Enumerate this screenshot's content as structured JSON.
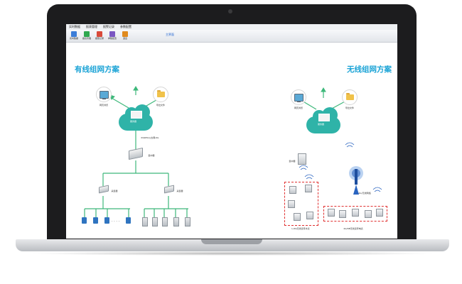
{
  "menu": {
    "items": [
      "实时数据",
      "报表管理",
      "报警记录",
      "参数配置"
    ]
  },
  "toolbar": {
    "buttons": [
      {
        "label": "实时数据",
        "icon": "monitor-icon",
        "color": "#3b7dd8"
      },
      {
        "label": "报表管理",
        "icon": "report-icon",
        "color": "#2fa84f"
      },
      {
        "label": "报警记录",
        "icon": "alarm-icon",
        "color": "#d94a3a"
      },
      {
        "label": "参数配置",
        "icon": "gear-icon",
        "color": "#7a56c2"
      },
      {
        "label": "退出",
        "icon": "exit-icon",
        "color": "#e08a1e"
      }
    ],
    "tab": "主界面"
  },
  "wired": {
    "title": "有线组网方案",
    "pc_label": "网页浏览",
    "file_label": "导出文件",
    "server_label": "服务器",
    "link_label": "RS485/以太网/4G",
    "switch_label": "集中器",
    "sub_left": "采集器",
    "sub_right": "采集器",
    "dots": ". . . ."
  },
  "wireless": {
    "title": "无线组网方案",
    "pc_label": "网页浏览",
    "file_label": "导出文件",
    "server_label": "服务器",
    "collector_label": "集中器",
    "tower_label": "4G/无线网络",
    "group1_label": "LoRa无线远传水表",
    "group2_label": "4G/NB无线远传电表"
  },
  "colors": {
    "title": "#1aa3d6",
    "line": "#3db87a",
    "cloud": "#2fb3a8",
    "dashed": "#e03030"
  }
}
